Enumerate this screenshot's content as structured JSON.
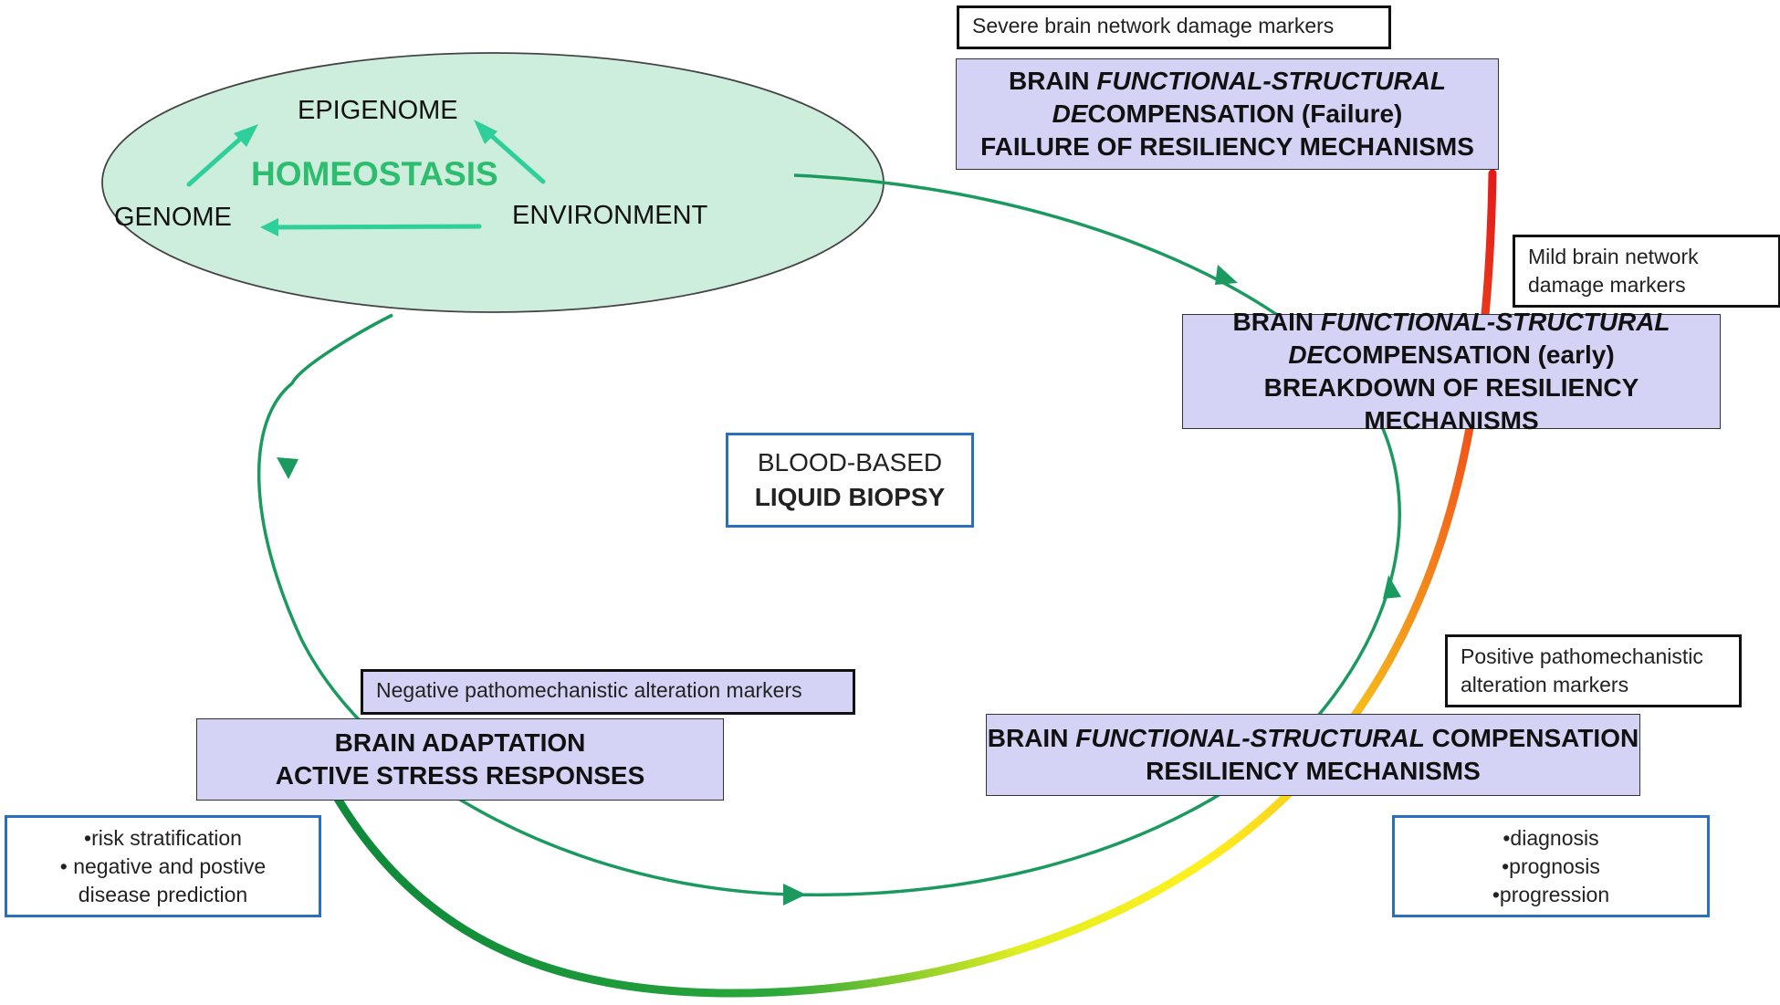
{
  "homeostasis": {
    "center": "HOMEOSTASIS",
    "top": "EPIGENOME",
    "left": "GENOME",
    "right": "ENVIRONMENT"
  },
  "liquid_biopsy": {
    "line1": "BLOOD-BASED",
    "line2": "LIQUID BIOPSY"
  },
  "severe": {
    "marker": "Severe brain network  damage markers",
    "l1a": "BRAIN ",
    "l1b": "FUNCTIONAL-STRUCTURAL",
    "l2a": "DE",
    "l2b": "COMPENSATION (Failure)",
    "l3": "FAILURE OF RESILIENCY MECHANISMS"
  },
  "mild": {
    "marker_l1": "Mild brain network",
    "marker_l2": "damage markers",
    "l1a": "BRAIN ",
    "l1b": "FUNCTIONAL-STRUCTURAL",
    "l2a": "DE",
    "l2b": "COMPENSATION  (early)",
    "l3": "BREAKDOWN OF RESILIENCY MECHANISMS"
  },
  "compensation": {
    "marker_l1": "Positive pathomechanistic",
    "marker_l2": "alteration markers",
    "l1a": "BRAIN ",
    "l1b": "FUNCTIONAL-STRUCTURAL",
    "l1c": "  COMPENSATION",
    "l2": "RESILIENCY MECHANISMS"
  },
  "adaptation": {
    "marker": "Negative pathomechanistic alteration markers",
    "l1": "BRAIN ADAPTATION",
    "l2": "ACTIVE STRESS RESPONSES"
  },
  "left_uses": [
    "•risk stratification",
    "• negative and postive",
    "disease prediction"
  ],
  "right_uses": [
    "•diagnosis",
    "•prognosis",
    "•progression"
  ],
  "colors": {
    "cycle": "#1a9a5e",
    "ellipse_fill": "#cdeedd",
    "homeostasis": "#2dbd6e",
    "blue_border": "#2a6fbf",
    "node_fill": "#d4d3f5"
  }
}
